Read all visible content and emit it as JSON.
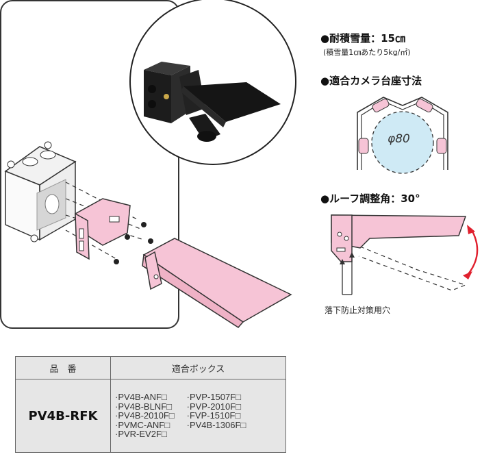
{
  "specs": {
    "snow_load_heading": "●耐積雪量：15㎝",
    "snow_load_note": "(積雪量1㎝あたり5kg/㎡)",
    "camera_mount_heading": "●適合カメラ台座寸法",
    "diameter_label": "φ80",
    "roof_angle_heading": "●ルーフ調整角：30°",
    "drop_prevention_label": "落下防止対策用穴"
  },
  "table": {
    "header_model": "品　番",
    "header_boxes": "適合ボックス",
    "model": "PV4B-RFK",
    "boxes_left": [
      "·PV4B-ANF□",
      "·PV4B-BLNF□",
      "·PV4B-2010F□",
      "·PVMC-ANF□",
      "·PVR-EV2F□"
    ],
    "boxes_right": [
      "·PVP-1507F□",
      "·PVP-2010F□",
      "·FVP-1510F□",
      "·PV4B-1306F□"
    ]
  },
  "colors": {
    "pink": "#f6c4d6",
    "light_blue": "#cfeaf5",
    "accent_red": "#e0202e",
    "table_bg": "#e6e6e6"
  }
}
